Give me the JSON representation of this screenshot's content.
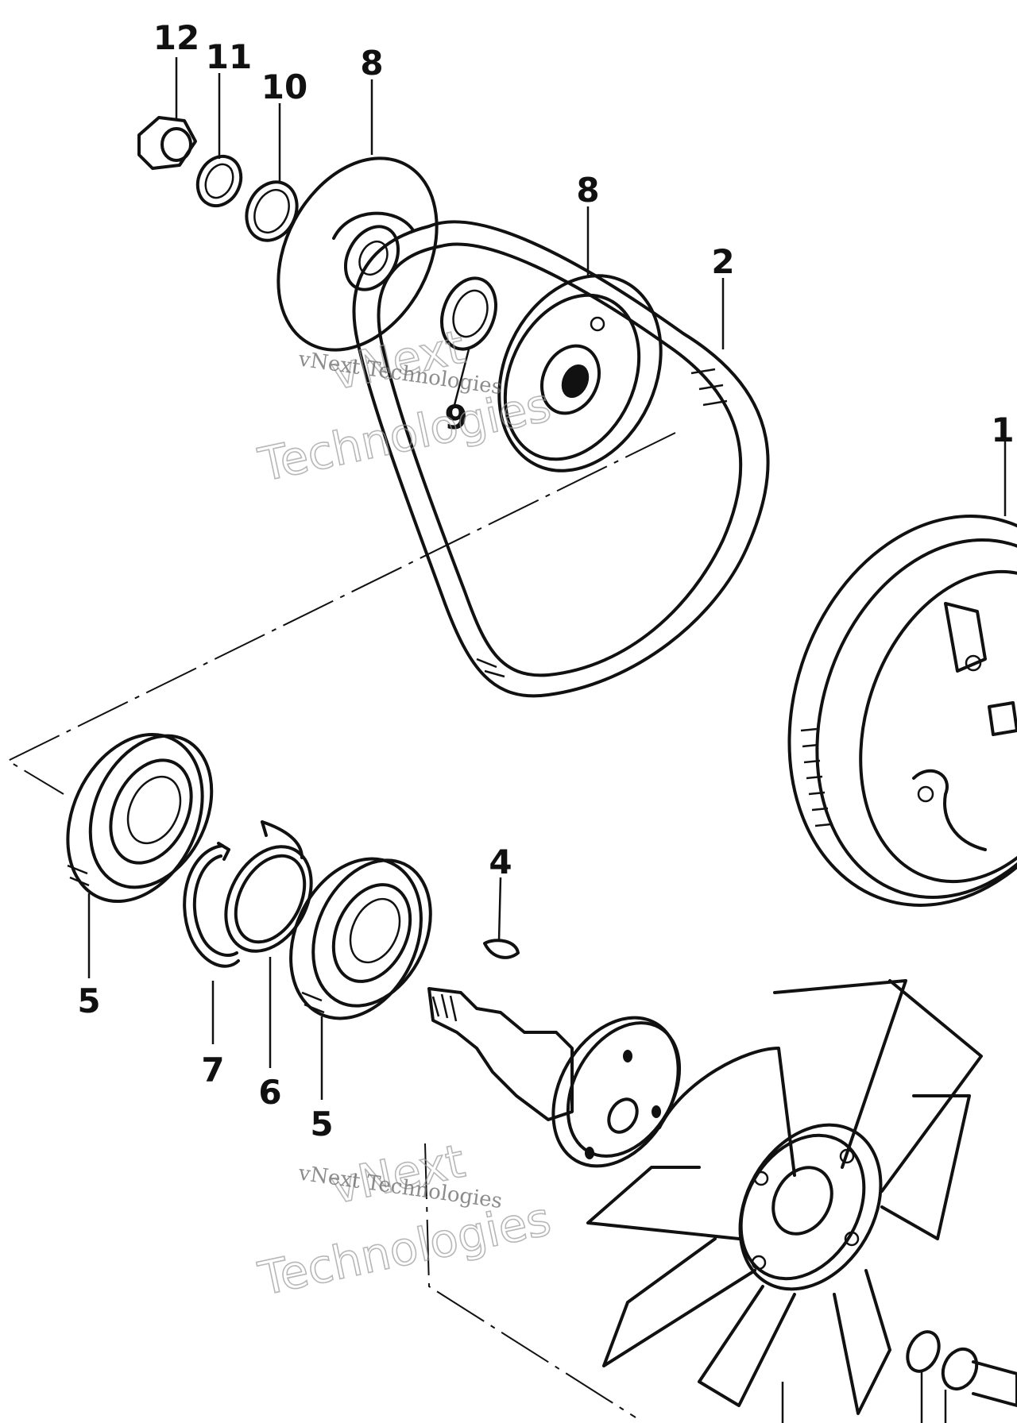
{
  "labels": {
    "nut": "12",
    "lock_washer": "11",
    "washer": "10",
    "pulley_half_rear": "8",
    "pulley_half_front": "8",
    "belt": "2",
    "crank_pulley": "1",
    "spacer": "9",
    "key": "4",
    "bearing_left": "5",
    "snap_ring_outer": "7",
    "snap_ring_inner": "6",
    "bearing_right": "5"
  },
  "watermarks": [
    {
      "line1": "vNext Technologies",
      "line2": "vNext",
      "line3": "Technologies"
    },
    {
      "line1": "vNext Technologies",
      "line2": "vNext",
      "line3": "Technologies"
    }
  ]
}
